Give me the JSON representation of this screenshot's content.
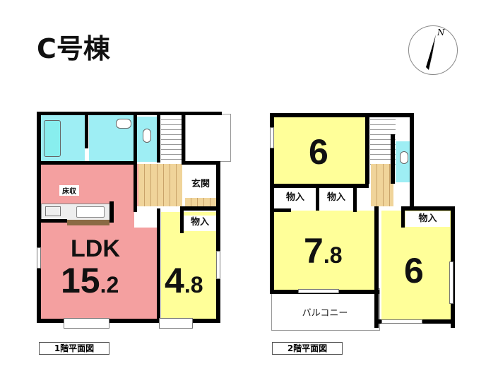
{
  "title": "C号棟",
  "compass": {
    "label": "N"
  },
  "floor1": {
    "caption": "1階平面図",
    "rooms": {
      "ldk_label": "LDK",
      "ldk_size_int": "15",
      "ldk_size_dec": ".2",
      "western_int": "4",
      "western_dec": ".8",
      "entrance": "玄関",
      "floor_storage": "床収",
      "storage": "物入"
    }
  },
  "floor2": {
    "caption": "2階平面図",
    "rooms": {
      "north_room": "6",
      "main_room_int": "7",
      "main_room_dec": ".8",
      "east_room": "6",
      "storage_1": "物入",
      "storage_2": "物入",
      "storage_3": "物入",
      "balcony": "バルコニー"
    }
  }
}
